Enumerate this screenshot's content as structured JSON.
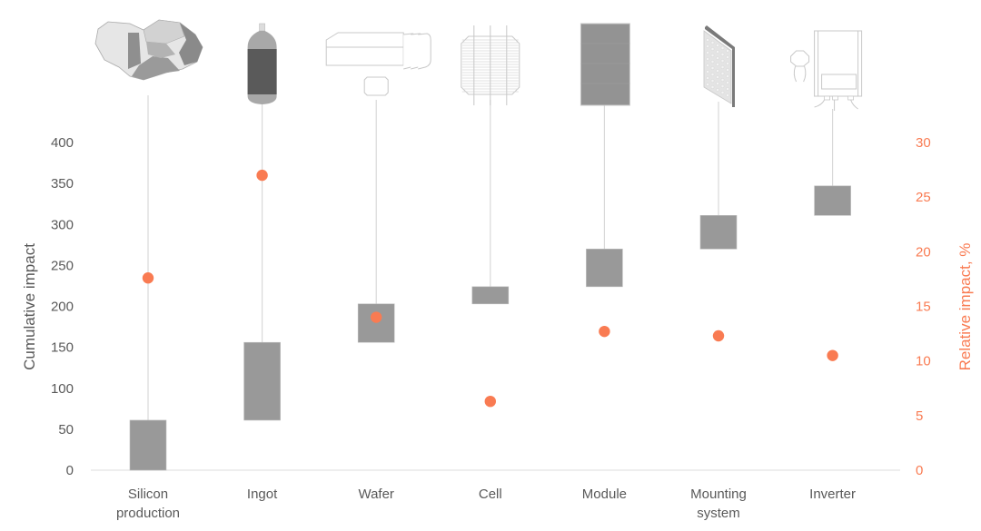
{
  "chart_data": {
    "type": "bar",
    "subtype": "waterfall-with-secondary-scatter",
    "title": "",
    "categories": [
      [
        "Silicon",
        "production"
      ],
      [
        "Ingot"
      ],
      [
        "Wafer"
      ],
      [
        "Cell"
      ],
      [
        "Module"
      ],
      [
        "Mounting",
        "system"
      ],
      [
        "Inverter"
      ]
    ],
    "category_icons": [
      "silicon-chunks-icon",
      "ingot-icon",
      "wafer-icon",
      "solar-cell-icon",
      "solar-module-icon",
      "mounting-system-icon",
      "inverter-icon"
    ],
    "series": [
      {
        "name": "Cumulative impact",
        "axis": "left",
        "kind": "floating-bar",
        "color": "#999999",
        "ranges": [
          [
            0,
            61
          ],
          [
            61,
            156
          ],
          [
            156,
            203
          ],
          [
            203,
            224
          ],
          [
            224,
            270
          ],
          [
            270,
            311
          ],
          [
            311,
            347
          ]
        ]
      },
      {
        "name": "Relative impact, %",
        "axis": "right",
        "kind": "scatter",
        "color": "#F97B52",
        "values": [
          17.6,
          27.0,
          14.0,
          6.3,
          12.7,
          12.3,
          10.5
        ]
      }
    ],
    "ylabel": "Cumulative impact",
    "ylim": [
      0,
      400
    ],
    "yticks": [
      0,
      50,
      100,
      150,
      200,
      250,
      300,
      350,
      400
    ],
    "y2label": "Relative impact, %",
    "y2lim": [
      0,
      30
    ],
    "y2ticks": [
      0,
      5,
      10,
      15,
      20,
      25,
      30
    ],
    "grid": false,
    "legend": "none",
    "colors": {
      "text": "#595959",
      "accent": "#F97B52",
      "bar": "#999999",
      "stem": "#D9D9D9",
      "axis": "#E6E6E6"
    }
  }
}
